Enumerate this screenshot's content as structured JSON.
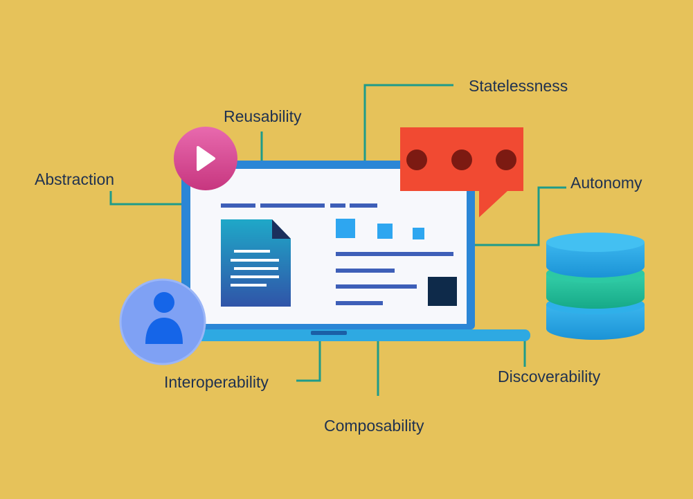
{
  "diagram": {
    "principles": [
      {
        "id": "abstraction",
        "label": "Abstraction"
      },
      {
        "id": "reusability",
        "label": "Reusability"
      },
      {
        "id": "statelessness",
        "label": "Statelessness"
      },
      {
        "id": "autonomy",
        "label": "Autonomy"
      },
      {
        "id": "interoperability",
        "label": "Interoperability"
      },
      {
        "id": "composability",
        "label": "Composability"
      },
      {
        "id": "discoverability",
        "label": "Discoverability"
      }
    ]
  },
  "colors": {
    "background": "#E6C25A",
    "connector": "#1E9B8A",
    "label_text": "#1F3150",
    "laptop_frame": "#2B86D6",
    "chat_bubble": "#F14A32",
    "chat_dots": "#7C1A12",
    "play_button": "#D9478F",
    "user_circle": "#7FA1F4",
    "user_figure": "#1565E8",
    "database_top": "#29A9E6",
    "database_mid": "#1FBF9A"
  },
  "icons": [
    "play-icon",
    "chat-bubble-icon",
    "user-icon",
    "database-icon",
    "document-icon",
    "laptop-icon"
  ]
}
